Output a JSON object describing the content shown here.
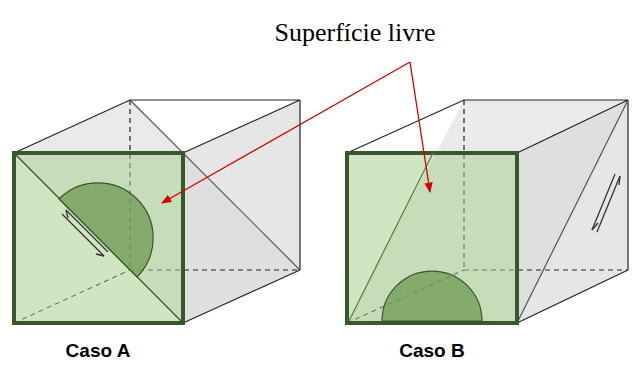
{
  "diagram": {
    "labels": [
      "Superfície livre",
      "Caso A",
      "Caso B"
    ]
  }
}
